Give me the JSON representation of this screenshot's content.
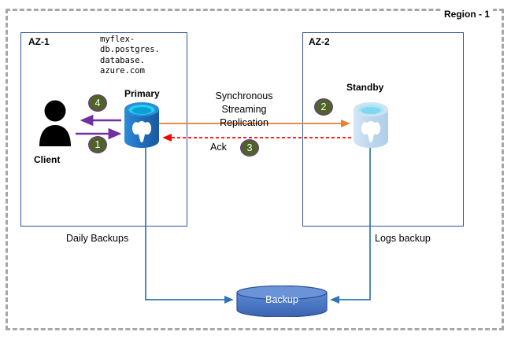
{
  "region": {
    "label": "Region - 1"
  },
  "zones": [
    {
      "id": "az1",
      "title": "AZ-1"
    },
    {
      "id": "az2",
      "title": "AZ-2"
    }
  ],
  "endpoint": {
    "hostname": "myflex-\ndb.postgres.\ndatabase.\nazure.com"
  },
  "nodes": {
    "client": {
      "label": "Client",
      "icon": "user-icon"
    },
    "primary": {
      "label": "Primary",
      "icon": "postgres-database-icon"
    },
    "standby": {
      "label": "Standby",
      "icon": "postgres-database-icon"
    },
    "backup": {
      "label": "Backup",
      "icon": "cylinder-storage-icon"
    }
  },
  "flows": {
    "replication_label": "Synchronous\nStreaming Replication",
    "ack_label": "Ack",
    "daily_backups_label": "Daily Backups",
    "logs_backup_label": "Logs backup"
  },
  "steps": [
    {
      "number": "1",
      "meaning": "client-write-to-primary"
    },
    {
      "number": "2",
      "meaning": "primary-streams-to-standby"
    },
    {
      "number": "3",
      "meaning": "standby-acknowledges"
    },
    {
      "number": "4",
      "meaning": "primary-responds-to-client"
    }
  ],
  "colors": {
    "region_border": "#a6a6a6",
    "zone_border": "#2F5496",
    "client_arrow": "#7030A0",
    "replication_arrow": "#ED7D31",
    "ack_arrow": "#FF0000",
    "backup_arrow": "#2E75B6",
    "badge_fill": "#4F6228",
    "badge_border": "#7030A0",
    "primary_db": "#1F6FC0",
    "standby_db": "#BDD7EE",
    "backup_fill": "#4472C4"
  }
}
